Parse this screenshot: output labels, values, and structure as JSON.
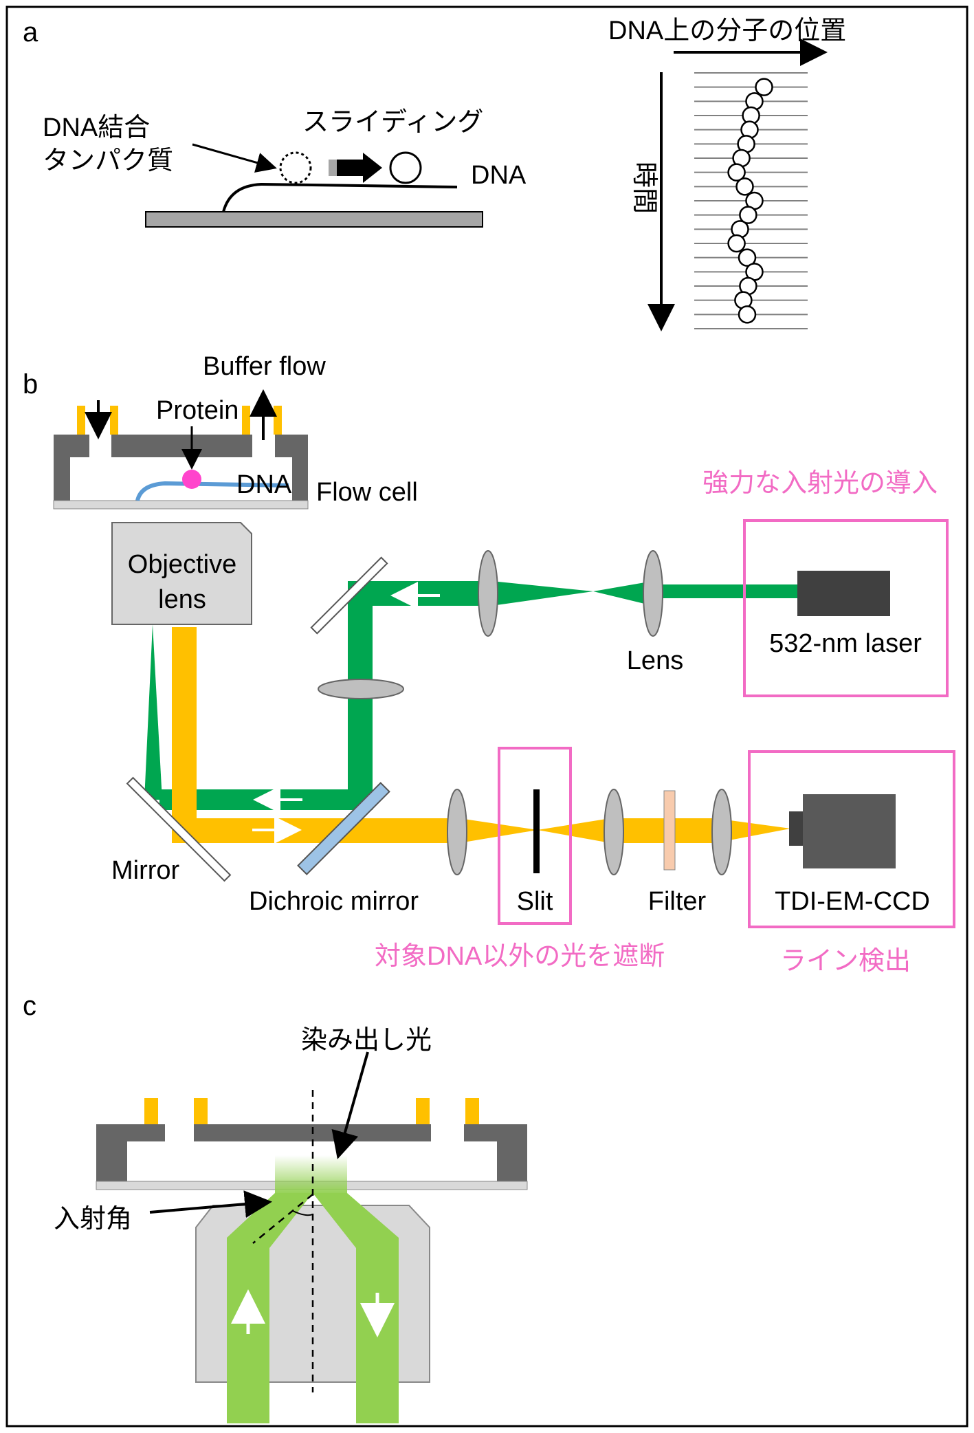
{
  "panels": {
    "a": "a",
    "b": "b",
    "c": "c"
  },
  "panel_a": {
    "protein_label_line1": "DNA結合",
    "protein_label_line2": "タンパク質",
    "sliding": "スライディング",
    "dna": "DNA",
    "position_axis": "DNA上の分子の位置",
    "time_axis": "時間",
    "kymograph_positions": [
      0.95,
      0.75,
      0.68,
      0.65,
      0.58,
      0.48,
      0.38,
      0.55,
      0.75,
      0.62,
      0.45,
      0.38,
      0.6,
      0.75,
      0.62,
      0.52,
      0.6
    ]
  },
  "panel_b": {
    "buffer_flow": "Buffer flow",
    "protein": "Protein",
    "dna": "DNA",
    "flow_cell": "Flow cell",
    "objective_line1": "Objective",
    "objective_line2": "lens",
    "laser": "532-nm laser",
    "lens": "Lens",
    "mirror": "Mirror",
    "dichroic": "Dichroic mirror",
    "slit": "Slit",
    "filter": "Filter",
    "detector": "TDI-EM-CCD",
    "note_laser": "強力な入射光の導入",
    "note_slit": "対象DNA以外の光を遮断",
    "note_detector": "ライン検出"
  },
  "panel_c": {
    "evanescent": "染み出し光",
    "incidence_angle": "入射角"
  },
  "colors": {
    "green_beam": "#00a650",
    "yellow_beam": "#ffc000",
    "pink_box": "#f26bc4",
    "light_green": "#92d050",
    "gray_dark": "#666666"
  }
}
